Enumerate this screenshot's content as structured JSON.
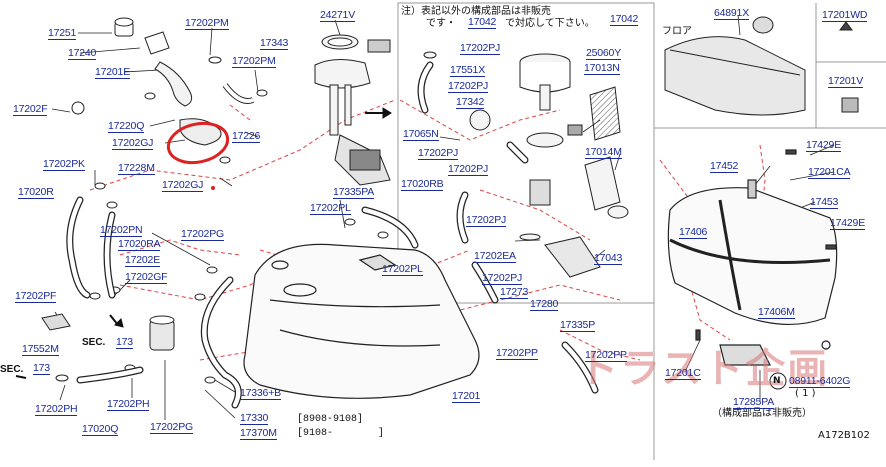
{
  "notes": {
    "line1": "注）表記以外の構成部品は非販売",
    "line2_prefix": "です・",
    "line2_ref": "17042",
    "line2_suffix": "で対応して下さい。",
    "floor": "フロア",
    "not_sold": "（構成部品は非販売）",
    "date1": "[8908-9108]",
    "date2": "[9108-",
    "date2_end": "]",
    "qty": "( 1 )",
    "nut_symbol": "N"
  },
  "figure_id": "A172B102",
  "sec_labels": {
    "s1_prefix": "SEC.",
    "s1_num": "173",
    "s2_prefix": "SEC.",
    "s2_num": "173"
  },
  "watermark": "トラスト企画",
  "labels": {
    "p17251": "17251",
    "p17240": "17240",
    "p17201E": "17201E",
    "p17202F": "17202F",
    "p17220Q": "17220Q",
    "p17202GJ_a": "17202GJ",
    "p17202PM_a": "17202PM",
    "p17202PM_b": "17202PM",
    "p17226": "17226",
    "p17343": "17343",
    "p24271V": "24271V",
    "p17228M": "17228M",
    "p17202GJ_b": "17202GJ",
    "p17202PK": "17202PK",
    "p17020R": "17020R",
    "p17202PN": "17202PN",
    "p17020RA": "17020RA",
    "p17202E": "17202E",
    "p17202GF": "17202GF",
    "p17202PF": "17202PF",
    "p17202PG_a": "17202PG",
    "p17552M": "17552M",
    "p17202PH_a": "17202PH",
    "p17202PH_b": "17202PH",
    "p17020Q": "17020Q",
    "p17202PG_b": "17202PG",
    "p17336B": "17336+B",
    "p17330": "17330",
    "p17370M": "17370M",
    "p17335PA": "17335PA",
    "p17202PL_a": "17202PL",
    "p17202PL_b": "17202PL",
    "p17201": "17201",
    "p17202PJ_a": "17202PJ",
    "p25060Y": "25060Y",
    "p17551X": "17551X",
    "p17013N": "17013N",
    "p17202PJ_b": "17202PJ",
    "p17342": "17342",
    "p17065N": "17065N",
    "p17202PJ_c": "17202PJ",
    "p17202PJ_d": "17202PJ",
    "p17014M": "17014M",
    "p17020RB": "17020RB",
    "p17202PJ_e": "17202PJ",
    "p17202EA": "17202EA",
    "p17202PJ_f": "17202PJ",
    "p17273": "17273",
    "p17043": "17043",
    "p17280": "17280",
    "p17042": "17042",
    "p17335P": "17335P",
    "p17202PP_a": "17202PP",
    "p17202PP_b": "17202PP",
    "p64891X": "64891X",
    "p17201WD": "17201WD",
    "p17201V": "17201V",
    "p17429E_a": "17429E",
    "p17452": "17452",
    "p17201CA": "17201CA",
    "p17453": "17453",
    "p17429E_b": "17429E",
    "p17406": "17406",
    "p17406M": "17406M",
    "p17285PA": "17285PA",
    "p17201C": "17201C",
    "p08911": "08911-6402G"
  }
}
